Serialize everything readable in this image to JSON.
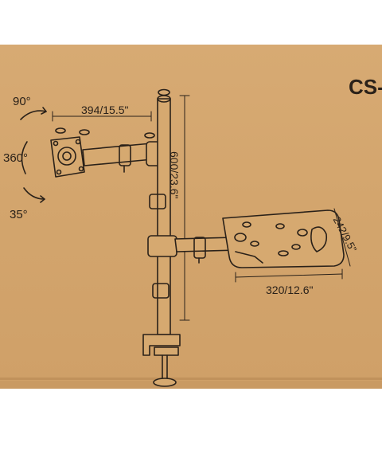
{
  "label": {
    "model_code": "CS-",
    "angle_tilt_up": "90°",
    "angle_rotate": "360°",
    "angle_tilt_down": "35°",
    "arm_dimension": "394/15.5\"",
    "pole_dimension": "600/23.6\"",
    "tray_width_dimension": "320/12.6\"",
    "tray_depth_dimension": "242/9.5\""
  },
  "colors": {
    "cardboard": "#d3a56d",
    "ink": "#2a2119"
  }
}
